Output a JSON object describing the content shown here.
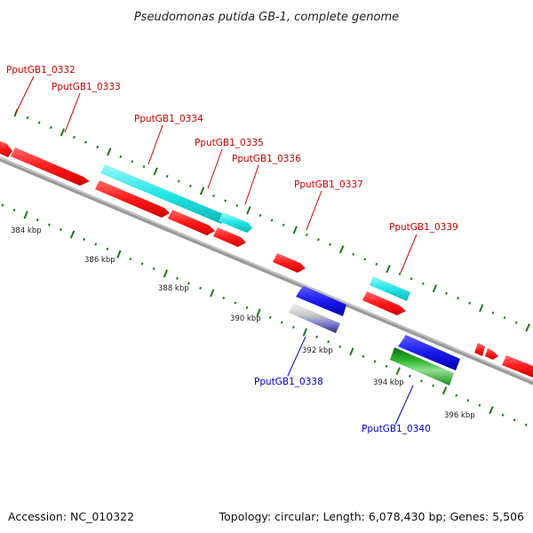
{
  "title": "Pseudomonas putida GB-1, complete genome",
  "footer": {
    "accession": "Accession: NC_010322",
    "summary": "Topology: circular; Length: 6,078,430 bp; Genes: 5,506"
  },
  "colors": {
    "backbone": "#8a8a8a",
    "ruler_ticks": "#1a7a1a",
    "label_forward": "#cc0000",
    "label_reverse": "#0000cc",
    "gene_red": "#ff1a1a",
    "gene_cyan": "#22e6e6",
    "gene_blue": "#1a1aee",
    "gene_green": "#2eb82e",
    "gene_gray": "#c8c8c8"
  },
  "ticks": [
    {
      "label": "384 kbp"
    },
    {
      "label": "386 kbp"
    },
    {
      "label": "388 kbp"
    },
    {
      "label": "390 kbp"
    },
    {
      "label": "392 kbp"
    },
    {
      "label": "394 kbp"
    },
    {
      "label": "396 kbp"
    }
  ],
  "gene_labels": [
    {
      "text": "PputGB1_0332",
      "strand": "forward"
    },
    {
      "text": "PputGB1_0333",
      "strand": "forward"
    },
    {
      "text": "PputGB1_0334",
      "strand": "forward"
    },
    {
      "text": "PputGB1_0335",
      "strand": "forward"
    },
    {
      "text": "PputGB1_0336",
      "strand": "forward"
    },
    {
      "text": "PputGB1_0337",
      "strand": "forward"
    },
    {
      "text": "PputGB1_0339",
      "strand": "forward"
    },
    {
      "text": "PputGB1_0338",
      "strand": "reverse"
    },
    {
      "text": "PputGB1_0340",
      "strand": "reverse"
    }
  ]
}
